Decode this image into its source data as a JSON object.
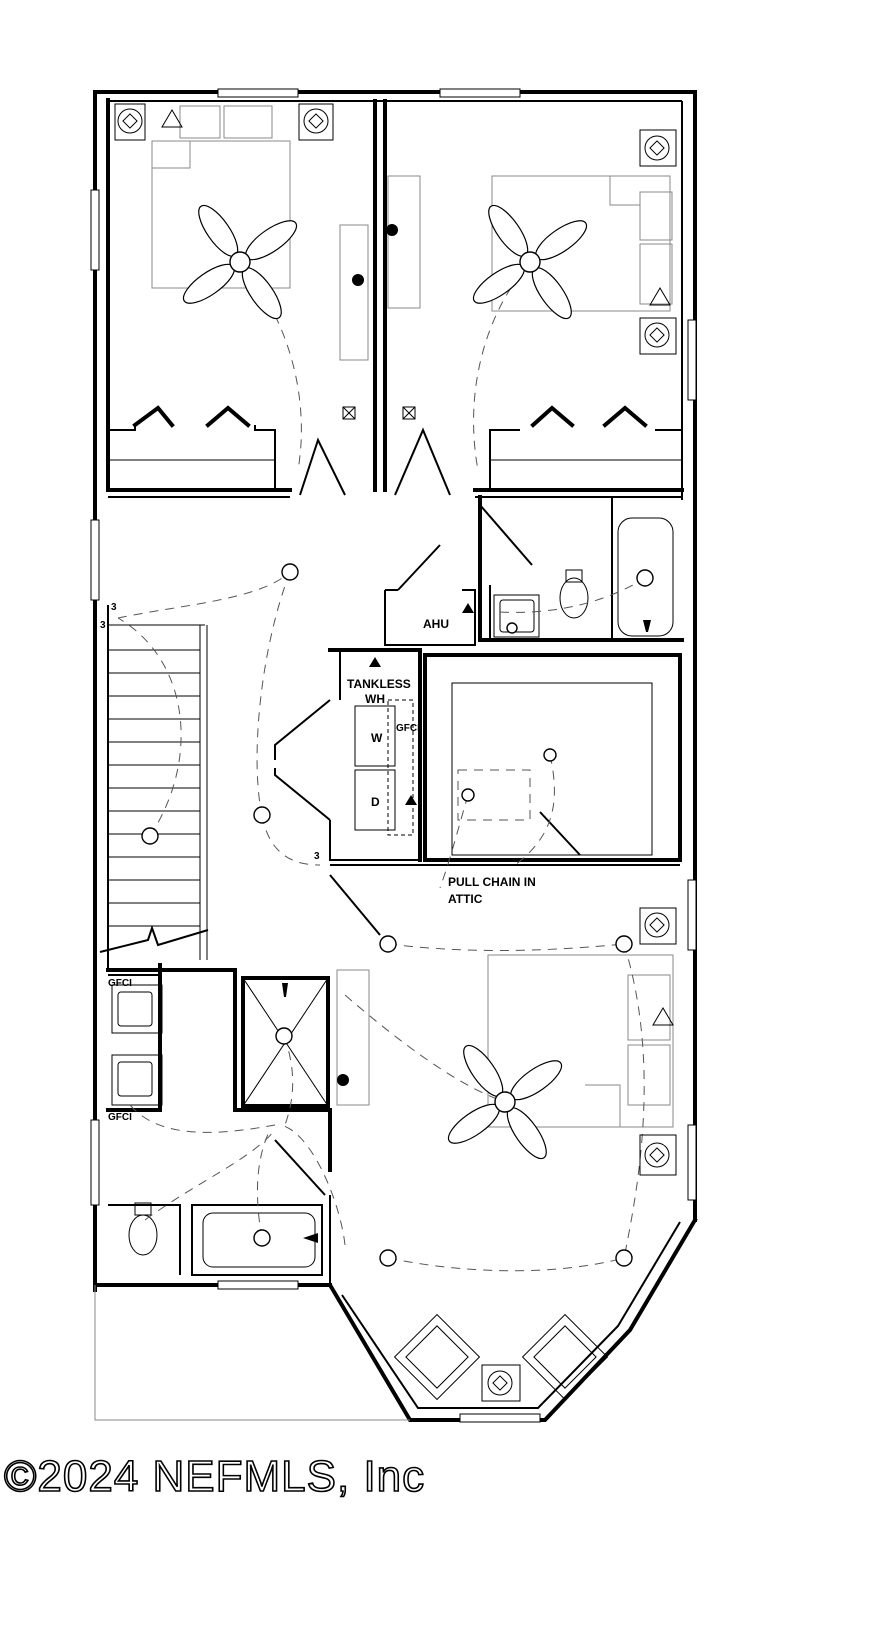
{
  "labels": {
    "ahu": "AHU",
    "tankless_line1": "TANKLESS",
    "tankless_line2": "WH",
    "washer": "W",
    "dryer": "D",
    "gfci_laundry": "GFCI",
    "gfci_bath_top": "GFCI",
    "gfci_bath_bottom": "GFCI",
    "pull_chain_line1": "PULL CHAIN IN",
    "pull_chain_line2": "ATTIC",
    "switch3_stair_a": "3",
    "switch3_stair_b": "3",
    "switch3_hall": "3"
  },
  "copyright": "©2024 NEFMLS, Inc"
}
